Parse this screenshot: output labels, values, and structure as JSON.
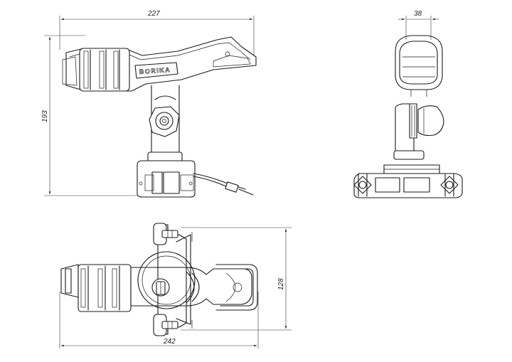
{
  "drawing": {
    "brand_label": "BORIKA",
    "dimensions": {
      "side_width": "227",
      "side_height": "193",
      "front_width": "38",
      "top_width": "242",
      "top_height": "128"
    }
  }
}
